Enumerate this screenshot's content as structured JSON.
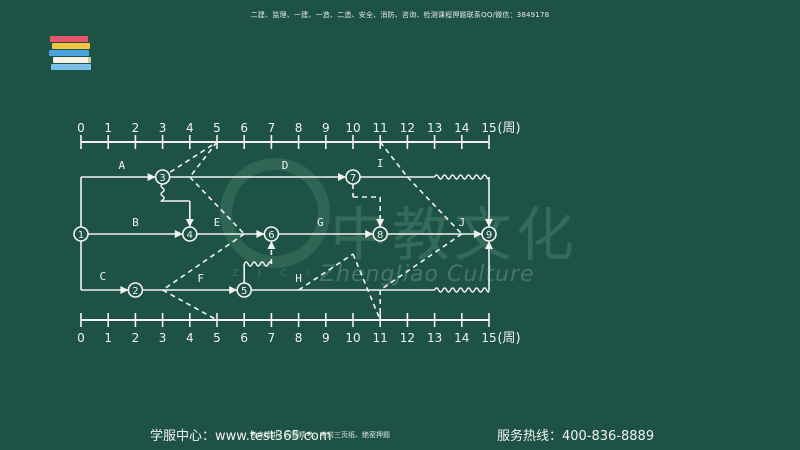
{
  "header": {
    "banner": "二建、监理、一建、一造、二造、安全、消防、咨询、检测课程押题联系QQ/微信：3849178"
  },
  "watermark": {
    "chinese": "中教文化",
    "english": "ZhengJiao Culture",
    "sub": "Z J C I"
  },
  "footer": {
    "left": "学服中心：www.test365.com",
    "middle": "考点精讲、习题精考、考前三页纸、绝密押题",
    "right": "服务热线：400-836-8889"
  },
  "scale": {
    "ticks": [
      "0",
      "1",
      "2",
      "3",
      "4",
      "5",
      "6",
      "7",
      "8",
      "9",
      "10",
      "11",
      "12",
      "13",
      "14",
      "15"
    ],
    "unit": "(周)"
  },
  "nodes": [
    {
      "id": "1",
      "label": "1"
    },
    {
      "id": "2",
      "label": "2"
    },
    {
      "id": "3",
      "label": "3"
    },
    {
      "id": "4",
      "label": "4"
    },
    {
      "id": "5",
      "label": "5"
    },
    {
      "id": "6",
      "label": "6"
    },
    {
      "id": "7",
      "label": "7"
    },
    {
      "id": "8",
      "label": "8"
    },
    {
      "id": "9",
      "label": "9"
    }
  ],
  "activities": [
    "A",
    "B",
    "C",
    "D",
    "E",
    "F",
    "G",
    "H",
    "I",
    "J"
  ],
  "colors": {
    "background": "#1d5244",
    "line": "#f2f2f2",
    "text": "#f2f2f2"
  }
}
